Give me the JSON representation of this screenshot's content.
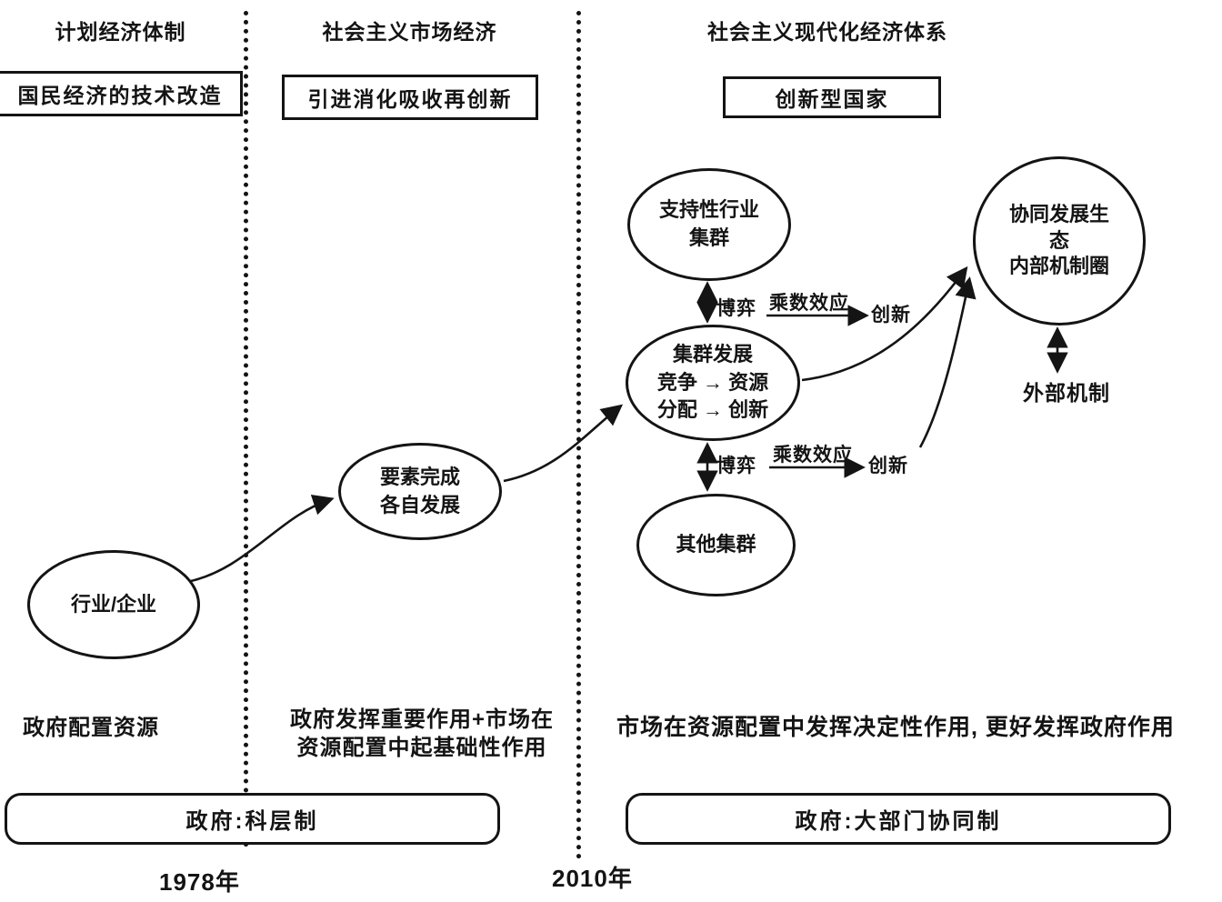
{
  "headers": {
    "col1": "计划经济体制",
    "col2": "社会主义市场经济",
    "col3": "社会主义现代化经济体系"
  },
  "boxes": {
    "col1": "国民经济的技术改造",
    "col2": "引进消化吸收再创新",
    "col3": "创新型国家"
  },
  "nodes": {
    "industry": "行业/企业",
    "factors": [
      "要素完成",
      "各自发展"
    ],
    "supportive": [
      "支持性行业",
      "集群"
    ],
    "cluster": [
      "集群发展",
      "竞争 → 资源",
      "分配 → 创新"
    ],
    "other": "其他集群",
    "ecosystem": [
      "协同发展生",
      "态",
      "内部机制圈"
    ]
  },
  "labels": {
    "game_top": "博弈",
    "multiplier_top": "乘数效应",
    "innovation_top": "创新",
    "game_bottom": "博弈",
    "multiplier_bottom": "乘数效应",
    "innovation_bottom": "创新",
    "external": "外部机制"
  },
  "bottom": {
    "col1": "政府配置资源",
    "col2_line1": "政府发挥重要作用+市场在",
    "col2_line2": "资源配置中起基础性作用",
    "col3": "市场在资源配置中发挥决定性作用, 更好发挥政府作用"
  },
  "government": {
    "left": "政府:科层制",
    "right": "政府:大部门协同制"
  },
  "years": {
    "start": "1978年",
    "mid": "2010年"
  }
}
